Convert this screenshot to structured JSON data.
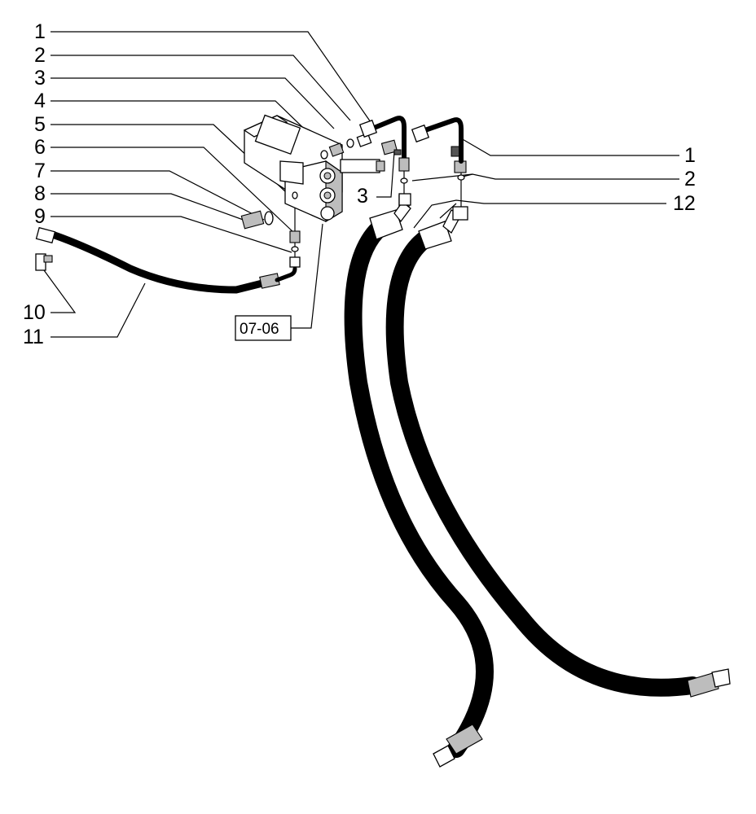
{
  "diagram": {
    "callouts_left": [
      "1",
      "2",
      "3",
      "4",
      "5",
      "6",
      "7",
      "8",
      "9",
      "10",
      "11"
    ],
    "callouts_right": [
      "1",
      "2",
      "12"
    ],
    "callout_mid": "3",
    "reference_box": "07-06"
  },
  "colors": {
    "line": "#000000",
    "background": "#ffffff",
    "shade": "#bdbdbd"
  }
}
